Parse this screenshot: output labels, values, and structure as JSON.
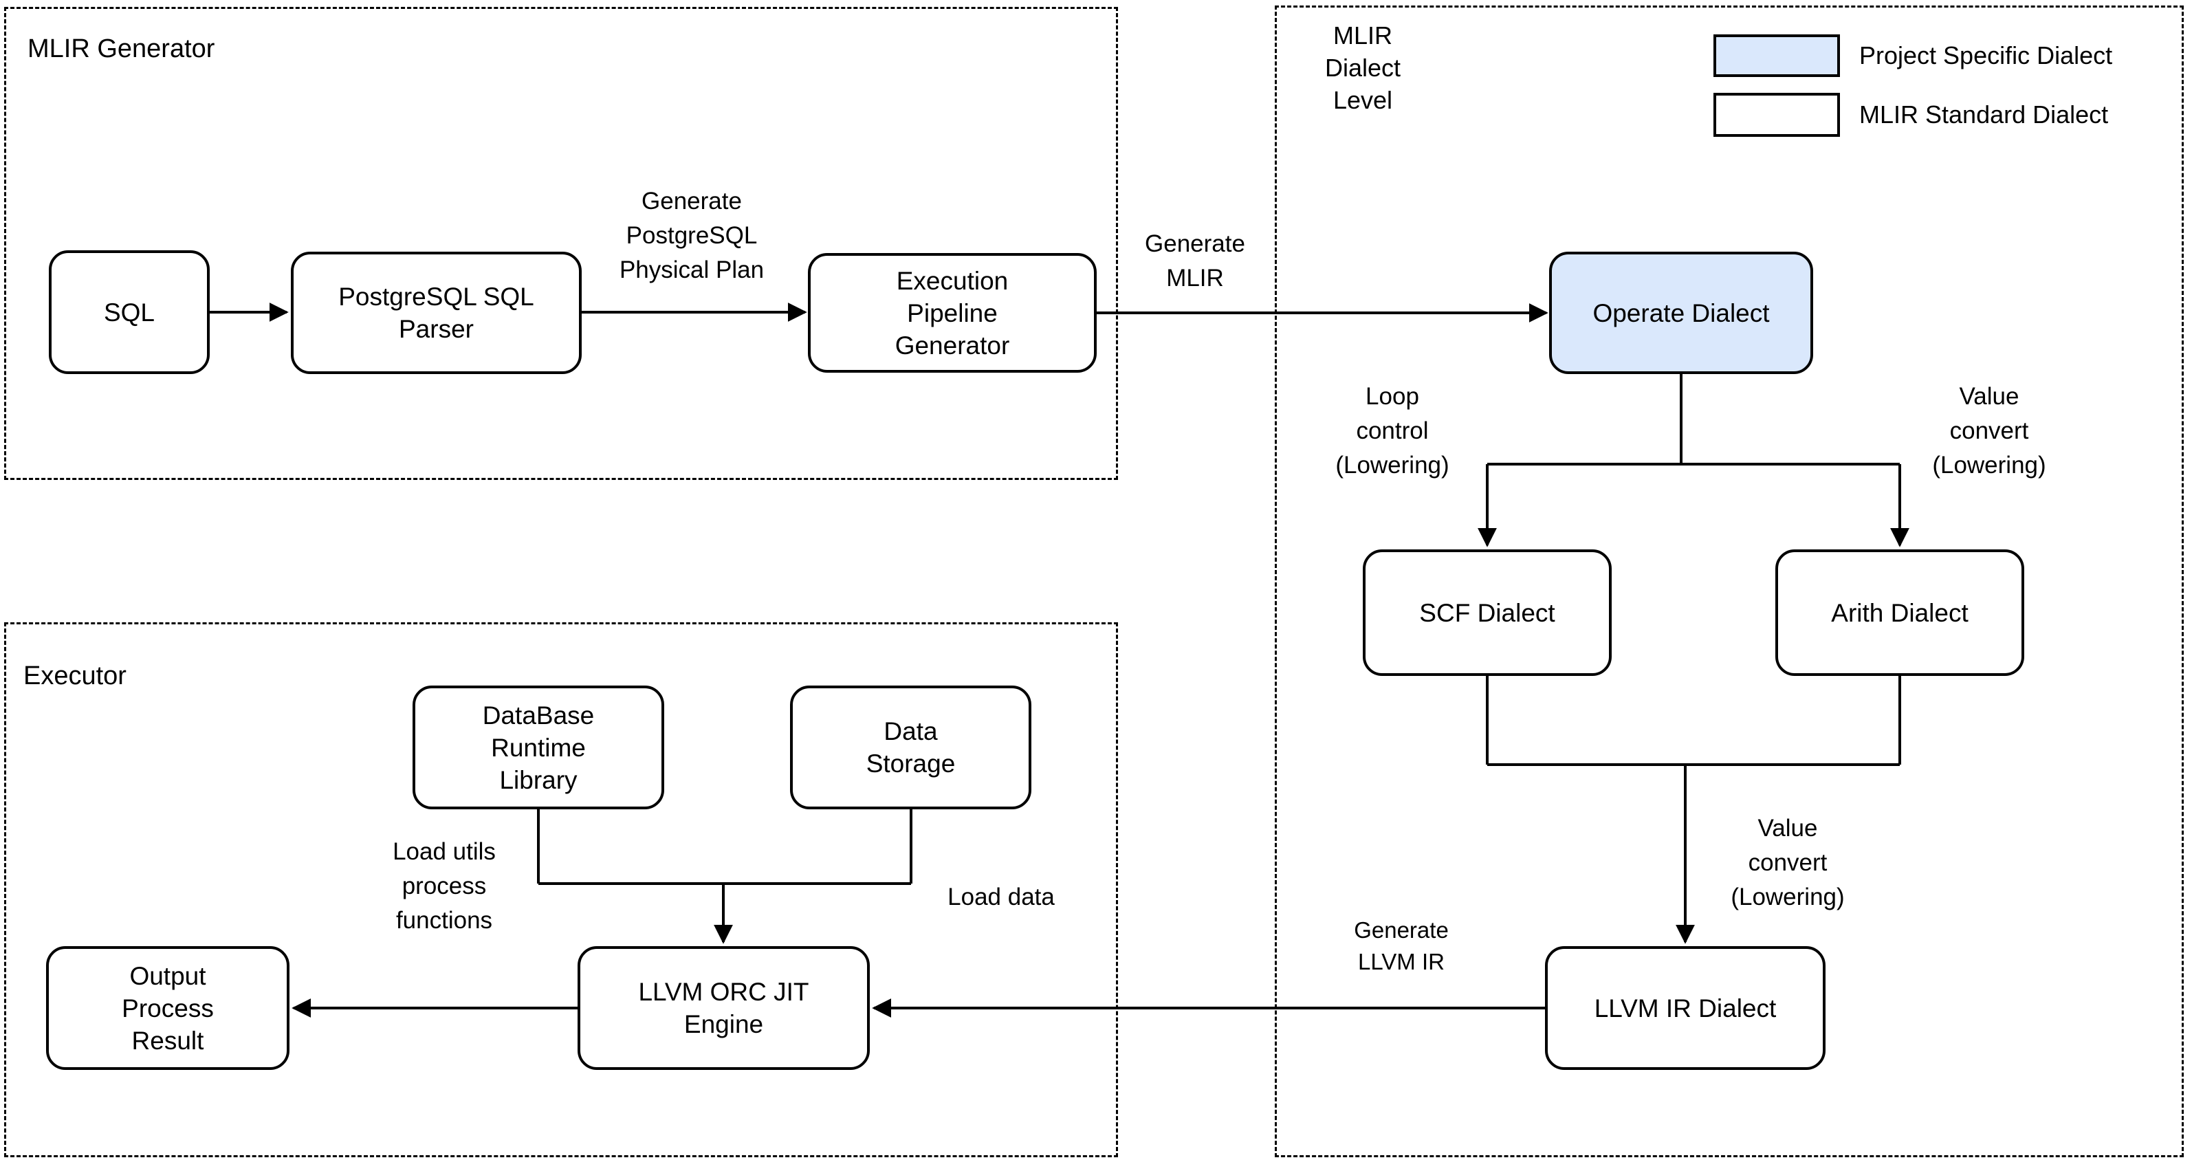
{
  "groups": {
    "mlir_generator": {
      "title": "MLIR Generator"
    },
    "executor": {
      "title": "Executor"
    },
    "dialect_level": {
      "title_lines": [
        "MLIR",
        "Dialect",
        "Level"
      ]
    }
  },
  "legend": {
    "items": [
      {
        "name": "project-specific-dialect",
        "label": "Project Specific Dialect",
        "fill": "#dae8fc"
      },
      {
        "name": "mlir-standard-dialect",
        "label": "MLIR Standard Dialect",
        "fill": "#ffffff"
      }
    ]
  },
  "colors": {
    "project_specific_fill": "#dae8fc",
    "standard_fill": "#ffffff",
    "stroke": "#000000",
    "background": "#ffffff"
  },
  "nodes": {
    "sql": {
      "lines": [
        "SQL"
      ],
      "type": "standard"
    },
    "pg_parser": {
      "lines": [
        "PostgreSQL SQL",
        "Parser"
      ],
      "type": "standard"
    },
    "exec_pipeline_gen": {
      "lines": [
        "Execution",
        "Pipeline",
        "Generator"
      ],
      "type": "standard"
    },
    "operate_dialect": {
      "lines": [
        "Operate Dialect"
      ],
      "type": "project-specific"
    },
    "scf_dialect": {
      "lines": [
        "SCF Dialect"
      ],
      "type": "standard"
    },
    "arith_dialect": {
      "lines": [
        "Arith Dialect"
      ],
      "type": "standard"
    },
    "llvm_ir_dialect": {
      "lines": [
        "LLVM IR Dialect"
      ],
      "type": "standard"
    },
    "db_runtime_lib": {
      "lines": [
        "DataBase",
        "Runtime",
        "Library"
      ],
      "type": "standard"
    },
    "data_storage": {
      "lines": [
        "Data",
        "Storage"
      ],
      "type": "standard"
    },
    "llvm_orc_jit": {
      "lines": [
        "LLVM ORC JIT",
        "Engine"
      ],
      "type": "standard"
    },
    "output_result": {
      "lines": [
        "Output",
        "Process",
        "Result"
      ],
      "type": "standard"
    }
  },
  "edge_labels": {
    "gen_pg_plan": {
      "lines": [
        "Generate",
        "PostgreSQL",
        "Physical Plan"
      ]
    },
    "gen_mlir": {
      "lines": [
        "Generate",
        "MLIR"
      ]
    },
    "loop_control": {
      "lines": [
        "Loop",
        "control",
        "(Lowering)"
      ]
    },
    "value_convert_right": {
      "lines": [
        "Value",
        "convert",
        "(Lowering)"
      ]
    },
    "value_convert_mid": {
      "lines": [
        "Value",
        "convert",
        "(Lowering)"
      ]
    },
    "gen_llvm_ir": {
      "lines": [
        "Generate",
        "LLVM IR"
      ]
    },
    "load_utils": {
      "lines": [
        "Load utils",
        "process",
        "functions"
      ]
    },
    "load_data": {
      "lines": [
        "Load data"
      ]
    }
  }
}
